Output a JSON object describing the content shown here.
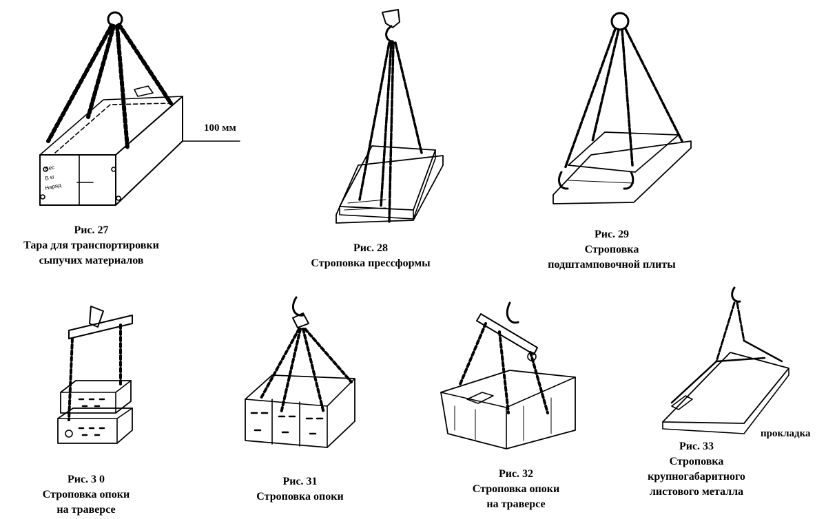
{
  "figures": [
    {
      "number": "Рис. 27",
      "lines": [
        "Тара для транспортировки",
        "сыпучих материалов"
      ],
      "label": "100 мм",
      "box_text": [
        "Вес",
        "В кг",
        "Наряд"
      ]
    },
    {
      "number": "Рис. 28",
      "lines": [
        "Строповка прессформы"
      ]
    },
    {
      "number": "Рис. 29",
      "lines": [
        "Строповка",
        "подштамповочной плиты"
      ]
    },
    {
      "number": "Рис. 3 0",
      "lines": [
        "Строповка опоки",
        "на траверсе"
      ]
    },
    {
      "number": "Рис. 31",
      "lines": [
        "Строповка опоки"
      ]
    },
    {
      "number": "Рис. 32",
      "lines": [
        "Строповка опоки",
        "на траверсе"
      ]
    },
    {
      "number": "Рис. 33",
      "lines": [
        "Строповка",
        "крупногабаритного",
        "листового металла"
      ],
      "label": "прокладка"
    }
  ]
}
